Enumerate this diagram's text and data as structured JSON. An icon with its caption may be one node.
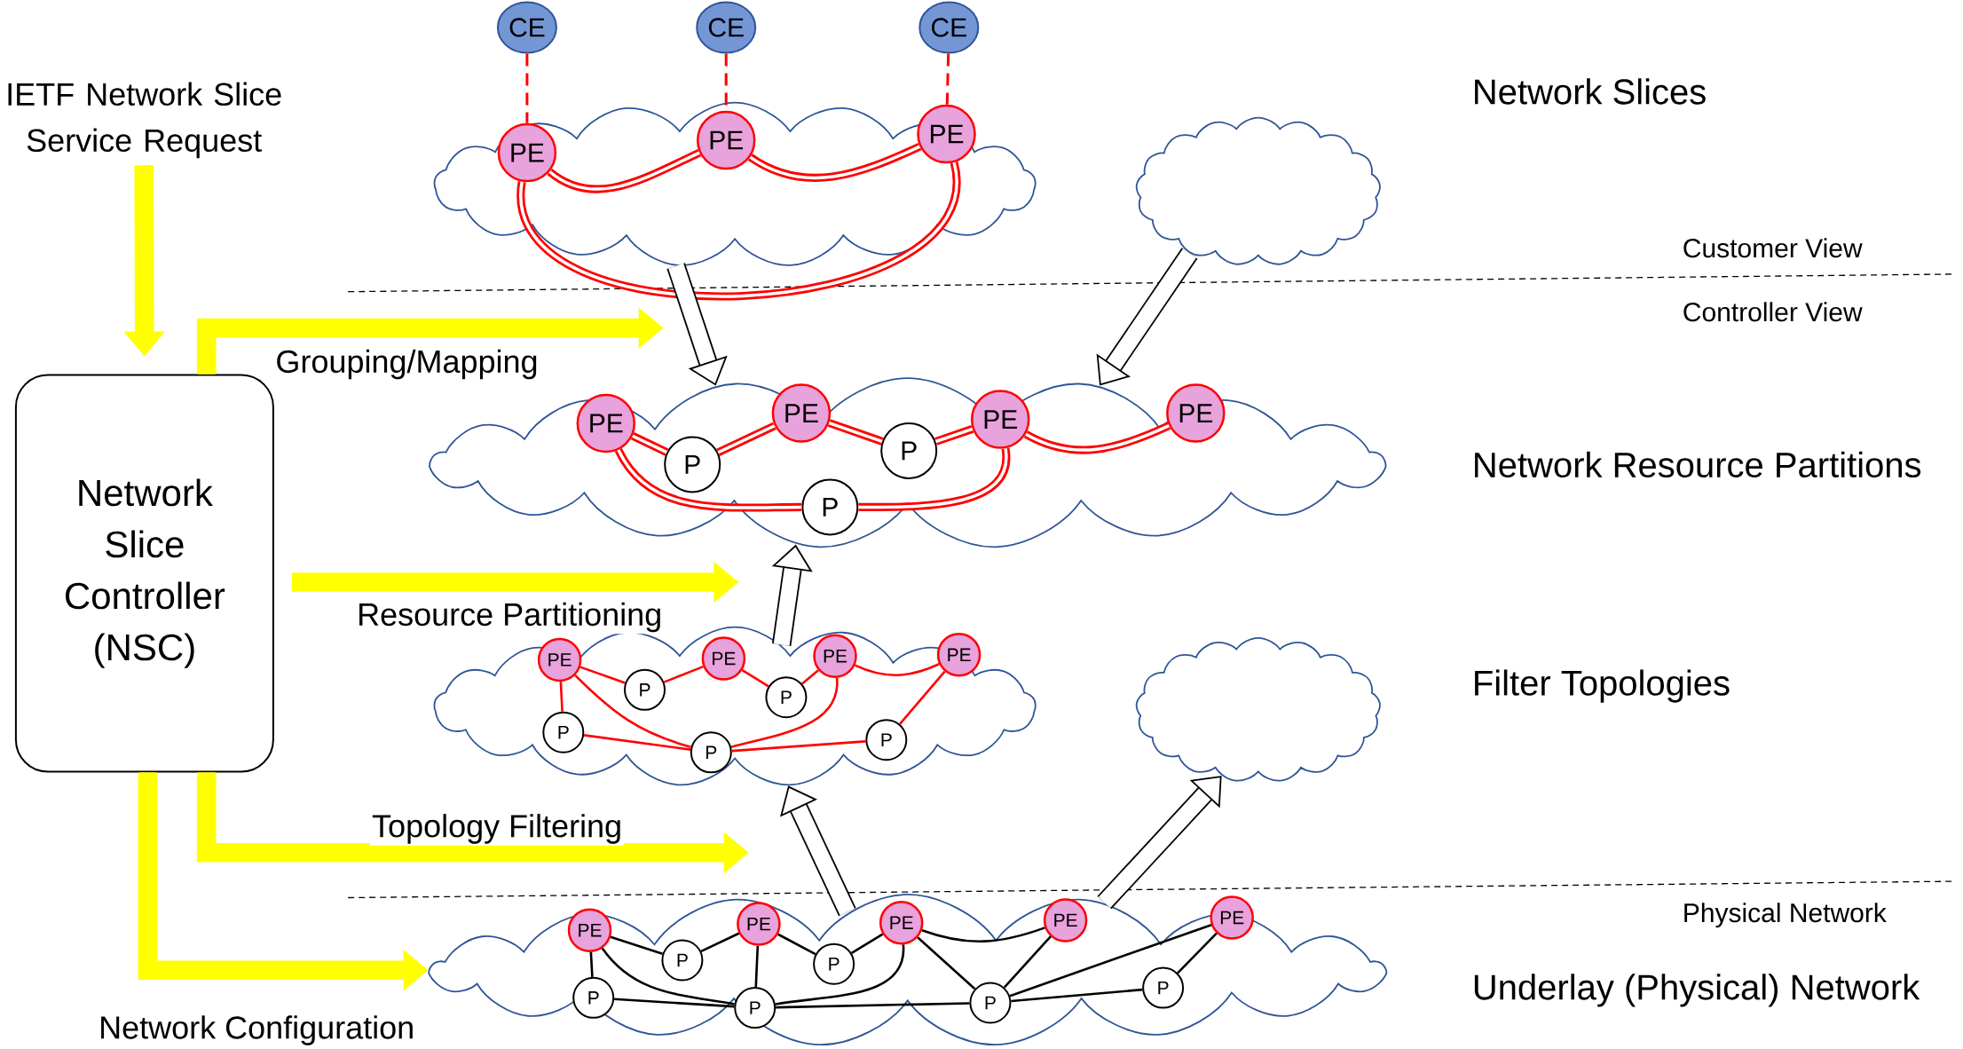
{
  "diagram": {
    "nodes": [
      {
        "text": [
          "IETF Network Slice Service Request"
        ]
      },
      {
        "text": [
          "Network Slice Controller (NSC)"
        ]
      },
      {
        "text": [
          "CE"
        ]
      },
      {
        "text": [
          "CE"
        ]
      },
      {
        "text": [
          "CE"
        ]
      },
      {
        "text": [
          "PE"
        ],
        "in": 8
      },
      {
        "text": [
          "PE"
        ],
        "in": 8
      },
      {
        "text": [
          "PE"
        ],
        "in": 8
      },
      {
        "text": [],
        "shape": "cloud"
      },
      {
        "text": [],
        "shape": "cloud"
      },
      {
        "text": [
          "PE"
        ],
        "in": 17
      },
      {
        "text": [
          "PE"
        ],
        "in": 17
      },
      {
        "text": [
          "PE"
        ],
        "in": 17
      },
      {
        "text": [
          "PE"
        ],
        "in": 17
      },
      {
        "text": [
          "P"
        ],
        "in": 17
      },
      {
        "text": [
          "P"
        ],
        "in": 17
      },
      {
        "text": [
          "P"
        ],
        "in": 17
      },
      {
        "text": [],
        "shape": "cloud"
      },
      {
        "text": [
          "PE"
        ],
        "in": 27
      },
      {
        "text": [
          "PE"
        ],
        "in": 27
      },
      {
        "text": [
          "PE"
        ],
        "in": 27
      },
      {
        "text": [
          "PE"
        ],
        "in": 27
      },
      {
        "text": [
          "P"
        ],
        "in": 27
      },
      {
        "text": [
          "P"
        ],
        "in": 27
      },
      {
        "text": [
          "P"
        ],
        "in": 27
      },
      {
        "text": [
          "P"
        ],
        "in": 27
      },
      {
        "text": [
          "P"
        ],
        "in": 27
      },
      {
        "text": [],
        "shape": "cloud"
      },
      {
        "text": [],
        "shape": "cloud"
      },
      {
        "text": [
          "PE"
        ],
        "in": 40
      },
      {
        "text": [
          "PE"
        ],
        "in": 40
      },
      {
        "text": [
          "PE"
        ],
        "in": 40
      },
      {
        "text": [
          "PE"
        ],
        "in": 40
      },
      {
        "text": [
          "PE"
        ],
        "in": 40
      },
      {
        "text": [
          "P"
        ],
        "in": 40
      },
      {
        "text": [
          "P"
        ],
        "in": 40
      },
      {
        "text": [
          "P"
        ],
        "in": 40
      },
      {
        "text": [
          "P"
        ],
        "in": 40
      },
      {
        "text": [
          "P"
        ],
        "in": 40
      },
      {
        "text": [
          "P"
        ],
        "in": 40
      },
      {
        "text": [],
        "shape": "cloud"
      }
    ],
    "edges": [
      {
        "from": 0,
        "to": 1,
        "arrow": "to",
        "style": "thick",
        "color": "#ffff00"
      },
      {
        "from": 1,
        "to": null,
        "arrow": "to",
        "style": "thick",
        "color": "#ffff00",
        "label": "Grouping/Mapping"
      },
      {
        "from": 1,
        "to": null,
        "arrow": "to",
        "style": "thick",
        "color": "#ffff00",
        "label": "Resource Partitioning"
      },
      {
        "from": 1,
        "to": null,
        "arrow": "to",
        "style": "thick",
        "color": "#ffff00",
        "label": "Topology Filtering"
      },
      {
        "from": 1,
        "to": 40,
        "arrow": "to",
        "style": "thick",
        "color": "#ffff00",
        "label": "Network Configuration"
      },
      {
        "from": 2,
        "to": 5,
        "arrow": "none",
        "style": "dashed"
      },
      {
        "from": 3,
        "to": 6,
        "arrow": "none",
        "style": "dashed"
      },
      {
        "from": 4,
        "to": 7,
        "arrow": "none",
        "style": "dashed"
      },
      {
        "from": 5,
        "to": 6,
        "arrow": "none",
        "style": "thick"
      },
      {
        "from": 6,
        "to": 7,
        "arrow": "none",
        "style": "thick"
      },
      {
        "from": 5,
        "to": 7,
        "arrow": "none",
        "style": "thick"
      },
      {
        "from": 10,
        "to": 14,
        "arrow": "none",
        "style": "thick"
      },
      {
        "from": 14,
        "to": 11,
        "arrow": "none",
        "style": "thick"
      },
      {
        "from": 11,
        "to": 15,
        "arrow": "none",
        "style": "thick"
      },
      {
        "from": 15,
        "to": 12,
        "arrow": "none",
        "style": "thick"
      },
      {
        "from": 12,
        "to": 13,
        "arrow": "none",
        "style": "thick"
      },
      {
        "from": 10,
        "to": 16,
        "arrow": "none",
        "style": "thick"
      },
      {
        "from": 16,
        "to": 12,
        "arrow": "none",
        "style": "thick"
      },
      {
        "from": 8,
        "to": 17,
        "arrow": "to",
        "style": "thick",
        "color": "#000000"
      },
      {
        "from": 9,
        "to": 17,
        "arrow": "to",
        "style": "thick",
        "color": "#000000"
      },
      {
        "from": 27,
        "to": 17,
        "arrow": "to",
        "style": "thick",
        "color": "#000000"
      },
      {
        "from": 40,
        "to": 27,
        "arrow": "to",
        "style": "thick",
        "color": "#000000"
      },
      {
        "from": 40,
        "to": 28,
        "arrow": "to",
        "style": "thick",
        "color": "#000000"
      },
      {
        "from": 18,
        "to": 22,
        "arrow": "none"
      },
      {
        "from": 22,
        "to": 19,
        "arrow": "none"
      },
      {
        "from": 19,
        "to": 23,
        "arrow": "none"
      },
      {
        "from": 23,
        "to": 20,
        "arrow": "none"
      },
      {
        "from": 20,
        "to": 21,
        "arrow": "none"
      },
      {
        "from": 18,
        "to": 24,
        "arrow": "none"
      },
      {
        "from": 18,
        "to": 25,
        "arrow": "none"
      },
      {
        "from": 24,
        "to": 25,
        "arrow": "none"
      },
      {
        "from": 25,
        "to": 26,
        "arrow": "none"
      },
      {
        "from": 20,
        "to": 25,
        "arrow": "none"
      },
      {
        "from": 21,
        "to": 26,
        "arrow": "none"
      },
      {
        "from": 29,
        "to": 34,
        "arrow": "none",
        "color": "#000000"
      },
      {
        "from": 34,
        "to": 30,
        "arrow": "none",
        "color": "#000000"
      },
      {
        "from": 30,
        "to": 35,
        "arrow": "none",
        "color": "#000000"
      },
      {
        "from": 35,
        "to": 31,
        "arrow": "none",
        "color": "#000000"
      },
      {
        "from": 31,
        "to": 32,
        "arrow": "none",
        "color": "#000000"
      },
      {
        "from": 29,
        "to": 36,
        "arrow": "none",
        "color": "#000000"
      },
      {
        "from": 29,
        "to": 37,
        "arrow": "none",
        "color": "#000000"
      },
      {
        "from": 36,
        "to": 37,
        "arrow": "none",
        "color": "#000000"
      },
      {
        "from": 30,
        "to": 37,
        "arrow": "none",
        "color": "#000000"
      },
      {
        "from": 31,
        "to": 37,
        "arrow": "none",
        "color": "#000000"
      },
      {
        "from": 37,
        "to": 38,
        "arrow": "none",
        "color": "#000000"
      },
      {
        "from": 31,
        "to": 38,
        "arrow": "none",
        "color": "#000000"
      },
      {
        "from": 32,
        "to": 38,
        "arrow": "none",
        "color": "#000000"
      },
      {
        "from": 33,
        "to": 38,
        "arrow": "none",
        "color": "#000000"
      },
      {
        "from": 38,
        "to": 39,
        "arrow": "none",
        "color": "#000000"
      },
      {
        "from": 33,
        "to": 39,
        "arrow": "none",
        "color": "#000000"
      }
    ],
    "labels": [
      "Network Slices",
      "Customer View",
      "Controller View",
      "Network Resource Partitions",
      "Filter Topologies",
      "Physical Network",
      "Underlay (Physical) Network"
    ]
  }
}
